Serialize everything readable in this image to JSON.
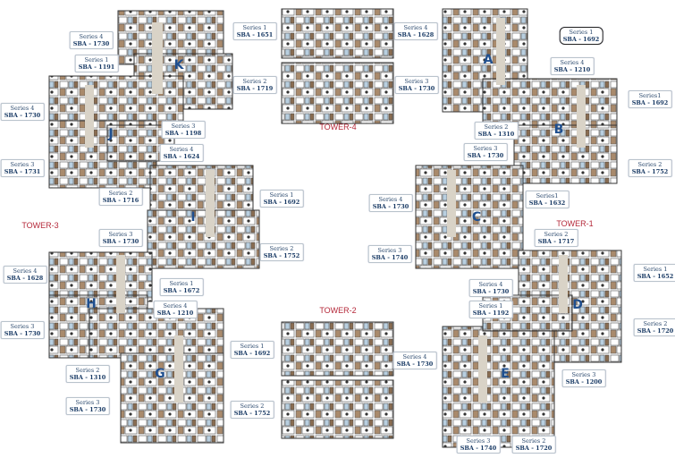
{
  "towers": [
    "TOWER-4",
    "TOWER-3",
    "TOWER-1",
    "TOWER-2"
  ],
  "blocks": [
    "K",
    "J",
    "I",
    "H",
    "G",
    "A",
    "B",
    "C",
    "D",
    "E"
  ],
  "labels": [
    {
      "series": "Series 4",
      "sba": "SBA - 1730"
    },
    {
      "series": "Series 1",
      "sba": "SBA - 1651"
    },
    {
      "series": "Series 1",
      "sba": "SBA - 1191"
    },
    {
      "series": "Series 2",
      "sba": "SBA - 1719"
    },
    {
      "series": "Series 4",
      "sba": "SBA - 1730"
    },
    {
      "series": "Series 3",
      "sba": "SBA - 1198"
    },
    {
      "series": "Series 4",
      "sba": "SBA - 1624"
    },
    {
      "series": "Series 3",
      "sba": "SBA - 1731"
    },
    {
      "series": "Series 2",
      "sba": "SBA - 1716"
    },
    {
      "series": "Series 1",
      "sba": "SBA - 1692"
    },
    {
      "series": "Series 3",
      "sba": "SBA - 1730"
    },
    {
      "series": "Series 2",
      "sba": "SBA - 1752"
    },
    {
      "series": "Series 4",
      "sba": "SBA - 1628"
    },
    {
      "series": "Series 1",
      "sba": "SBA - 1672"
    },
    {
      "series": "Series 4",
      "sba": "SBA - 1210"
    },
    {
      "series": "Series 3",
      "sba": "SBA - 1730"
    },
    {
      "series": "Series 1",
      "sba": "SBA - 1692"
    },
    {
      "series": "Series 2",
      "sba": "SBA - 1310"
    },
    {
      "series": "Series 3",
      "sba": "SBA - 1730"
    },
    {
      "series": "Series 2",
      "sba": "SBA - 1752"
    },
    {
      "series": "Series 4",
      "sba": "SBA - 1628"
    },
    {
      "series": "Series 1",
      "sba": "SBA - 1692",
      "highlighted": true
    },
    {
      "series": "Series 4",
      "sba": "SBA - 1210"
    },
    {
      "series": "Series 3",
      "sba": "SBA - 1730"
    },
    {
      "series": "Series1",
      "sba": "SBA - 1692"
    },
    {
      "series": "Series 2",
      "sba": "SBA - 1310"
    },
    {
      "series": "Series 3",
      "sba": "SBA - 1730"
    },
    {
      "series": "Series 2",
      "sba": "SBA - 1752"
    },
    {
      "series": "Series 4",
      "sba": "SBA - 1730"
    },
    {
      "series": "Series1",
      "sba": "SBA - 1632"
    },
    {
      "series": "Series 2",
      "sba": "SBA - 1717"
    },
    {
      "series": "Series 3",
      "sba": "SBA - 1740"
    },
    {
      "series": "Series 1",
      "sba": "SBA - 1652"
    },
    {
      "series": "Series 4",
      "sba": "SBA - 1730"
    },
    {
      "series": "Series 1",
      "sba": "SBA - 1192"
    },
    {
      "series": "Series 2",
      "sba": "SBA - 1720"
    },
    {
      "series": "Series 4",
      "sba": "SBA - 1730"
    },
    {
      "series": "Series 3",
      "sba": "SBA - 1200"
    },
    {
      "series": "Series 3",
      "sba": "SBA - 1740"
    },
    {
      "series": "Series 2",
      "sba": "SBA - 1720"
    }
  ],
  "colors": {
    "tower_label": "#b5293a",
    "block_letter": "#1f4f8f",
    "label_text": "#1b3c66",
    "corridor": "#d9d3c7"
  }
}
